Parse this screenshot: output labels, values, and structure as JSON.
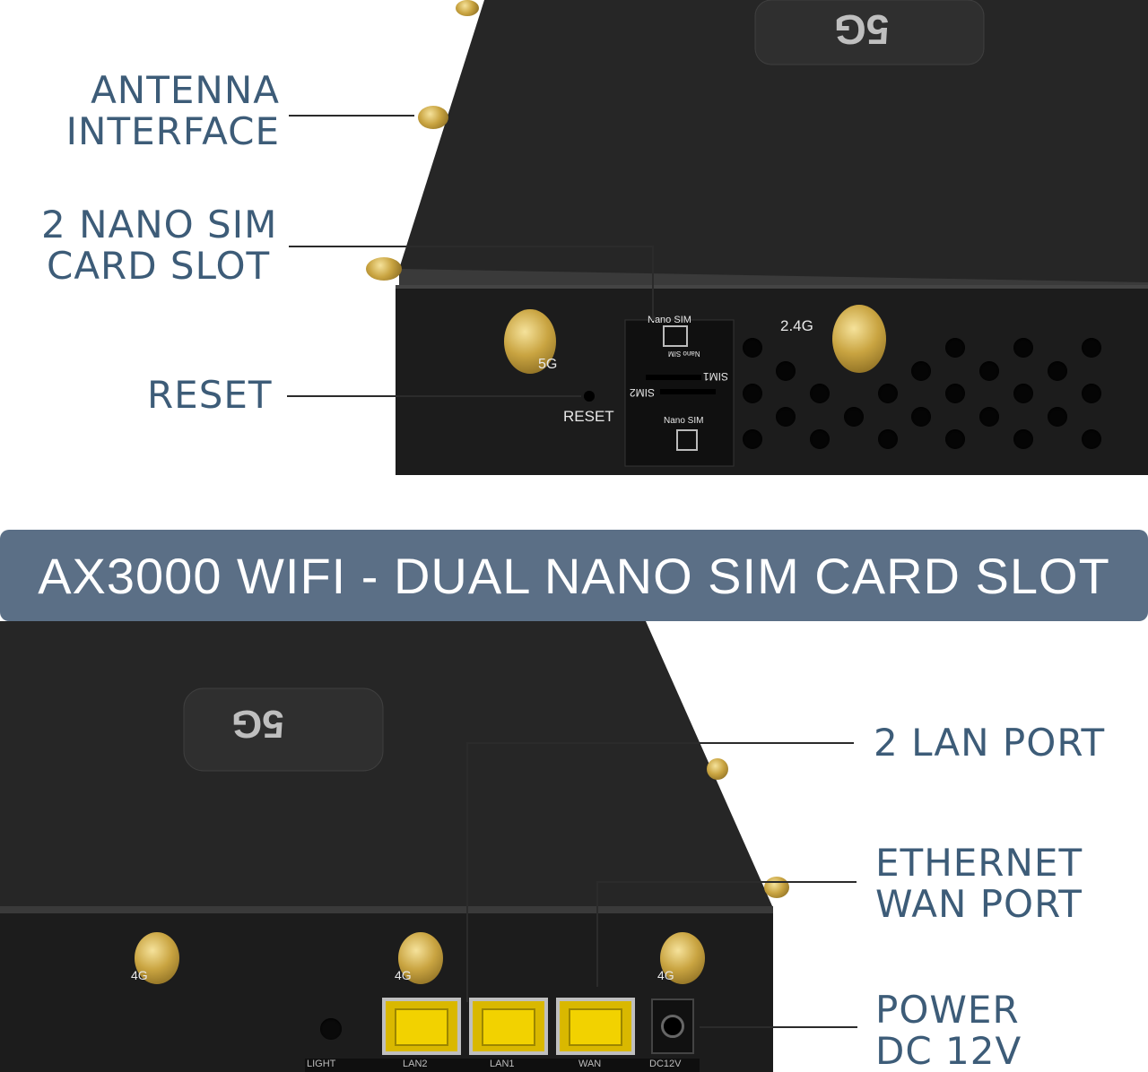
{
  "top_callouts": {
    "antenna_interface": [
      "ANTENNA",
      "INTERFACE"
    ],
    "sim_slot": [
      "2 NANO SIM",
      "CARD SLOT"
    ],
    "reset": "RESET"
  },
  "top_device": {
    "badge": "5G",
    "port_2_4g": "2.4G",
    "port_5g_fragment": "5G",
    "reset_label": "RESET",
    "nano_sim_top": "Nano SIM",
    "nano_sim_small": "Nano SIM",
    "sim1": "SIM1",
    "sim2": "SIM2",
    "nano_sim_bottom": "Nano SIM"
  },
  "banner": "AX3000 WIFI - DUAL NANO SIM CARD SLOT",
  "bottom_callouts": {
    "lan_port": "2 LAN PORT",
    "wan_port": [
      "ETHERNET",
      "WAN PORT"
    ],
    "power": [
      "POWER",
      "DC 12V"
    ]
  },
  "bottom_device": {
    "badge": "5G",
    "antenna_labels": [
      "4G",
      "4G",
      "4G"
    ],
    "port_labels": [
      "LIGHT",
      "LAN2",
      "LAN1",
      "WAN",
      "DC12V"
    ]
  },
  "colors": {
    "label_text": "#3d5c78",
    "banner_bg": "#5b6f86",
    "port_yellow": "#f2d200"
  }
}
